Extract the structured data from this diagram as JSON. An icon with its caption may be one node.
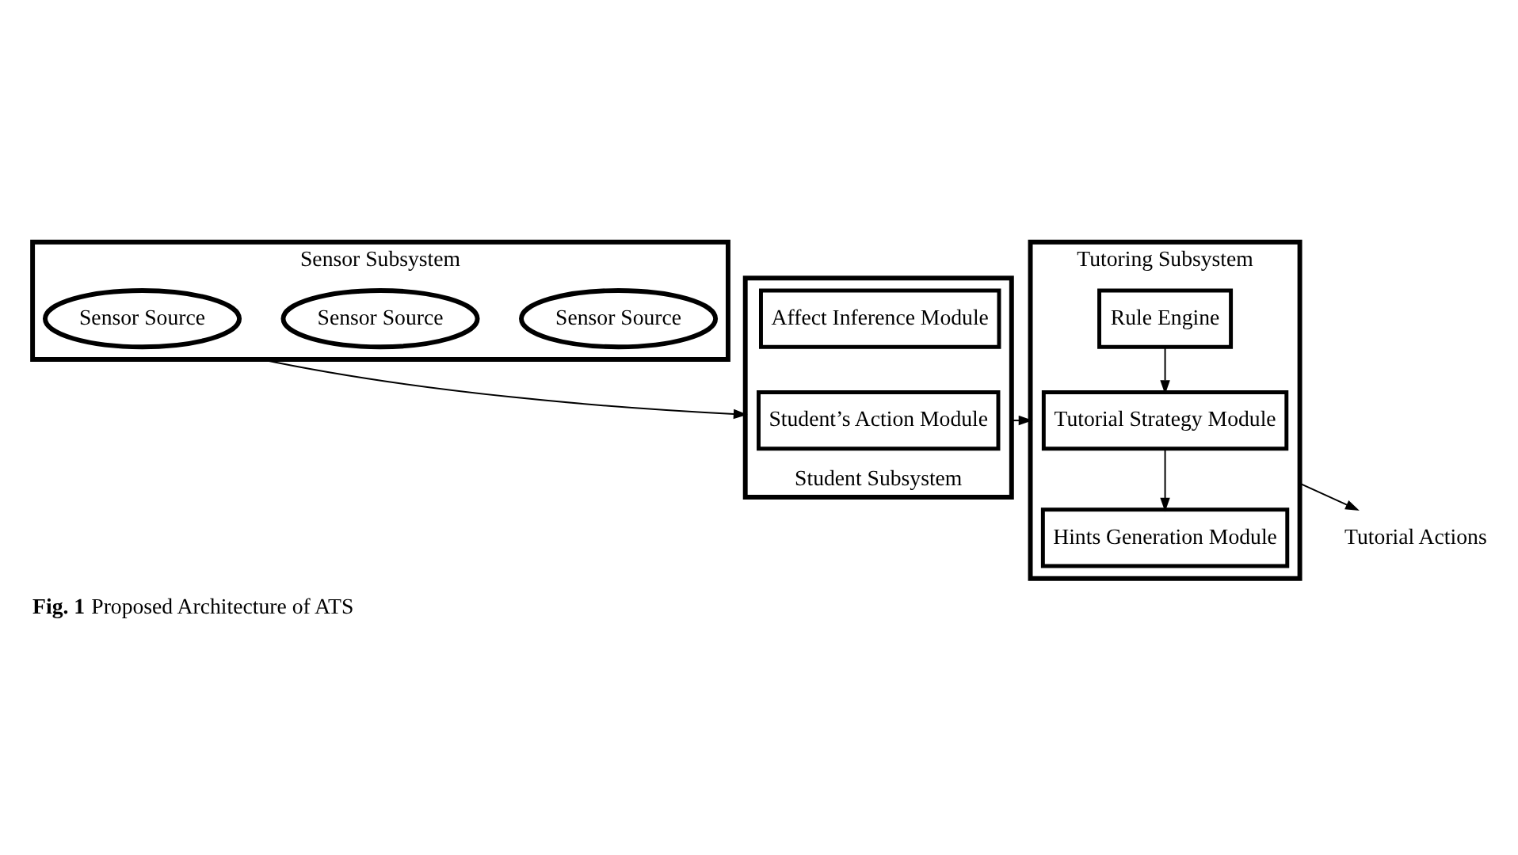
{
  "diagram": {
    "caption": "**Fig. 1** Proposed Architecture of ATS",
    "nodes": [
      {
        "text": [
          "Sensor Subsystem"
        ]
      },
      {
        "text": [
          "Sensor Source"
        ],
        "in": 0
      },
      {
        "text": [
          "Sensor Source"
        ],
        "in": 0
      },
      {
        "text": [
          "Sensor Source"
        ],
        "in": 0
      },
      {
        "text": [
          "Student Subsystem"
        ]
      },
      {
        "text": [
          "Affect Inference Module"
        ],
        "in": 4
      },
      {
        "text": [
          "Student’s Action Module"
        ],
        "in": 4
      },
      {
        "text": [
          "Tutoring Subsystem"
        ]
      },
      {
        "text": [
          "Rule Engine"
        ],
        "in": 7
      },
      {
        "text": [
          "Tutorial Strategy Module"
        ],
        "in": 7
      },
      {
        "text": [
          "Hints Generation Module"
        ],
        "in": 7
      },
      {
        "text": [
          "Tutorial Actions"
        ]
      }
    ],
    "edges": [
      {
        "from": 0,
        "to": 4,
        "arrow": "to"
      },
      {
        "from": 4,
        "to": 7,
        "arrow": "to"
      },
      {
        "from": 8,
        "to": 9,
        "arrow": "to"
      },
      {
        "from": 9,
        "to": 10,
        "arrow": "to"
      },
      {
        "from": 7,
        "to": 11,
        "arrow": "to"
      }
    ]
  }
}
